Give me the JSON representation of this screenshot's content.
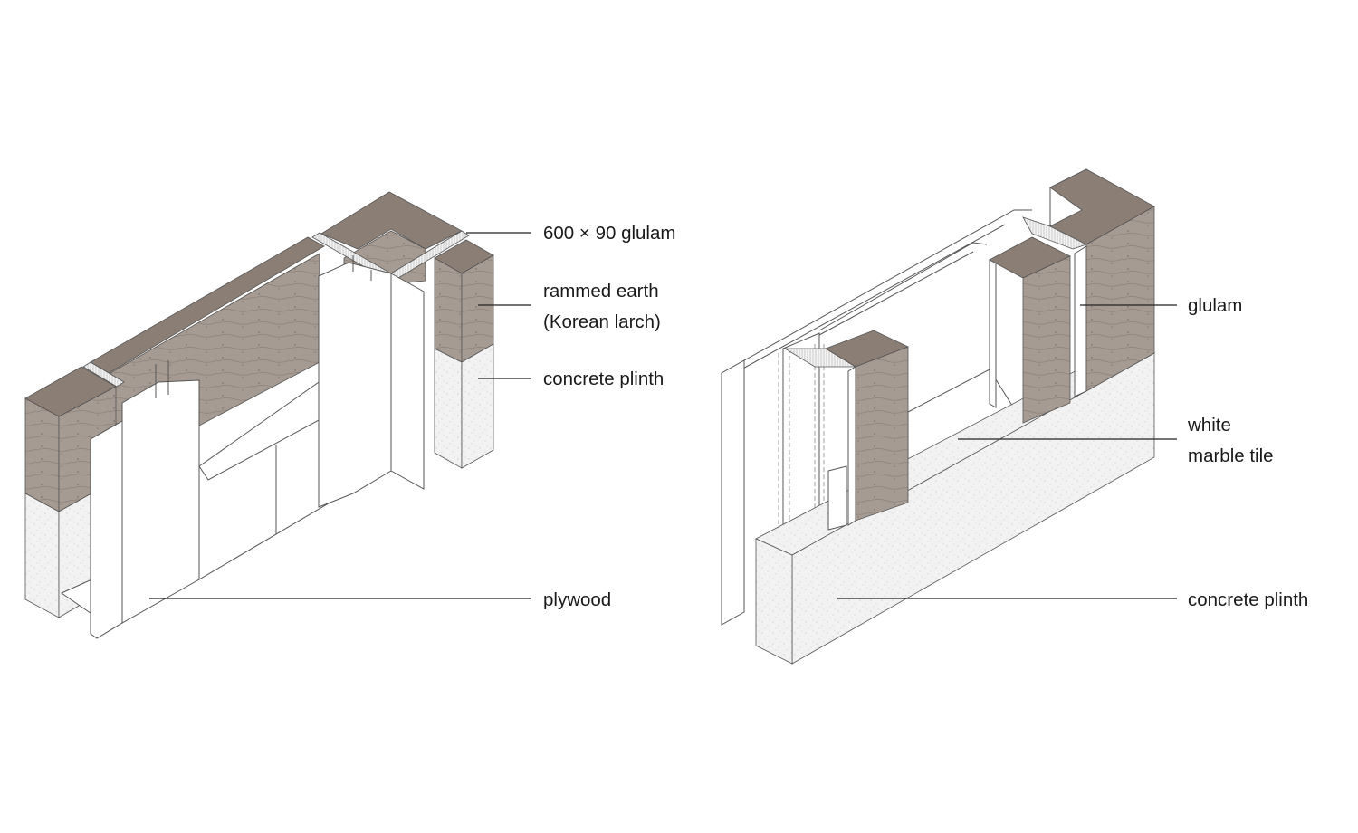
{
  "colors": {
    "slab_top": "#8b7e75",
    "rammed_earth": "#a69b93",
    "concrete": "#f1f1f1",
    "line": "#555555"
  },
  "left_diagram": {
    "labels": {
      "glulam": "600 × 90 glulam",
      "rammed_earth_line1": "rammed earth",
      "rammed_earth_line2": "(Korean larch)",
      "concrete": "concrete plinth",
      "plywood": "plywood"
    }
  },
  "right_diagram": {
    "labels": {
      "glulam": "glulam",
      "marble_line1": "white",
      "marble_line2": "marble tile",
      "concrete": "concrete plinth"
    }
  }
}
